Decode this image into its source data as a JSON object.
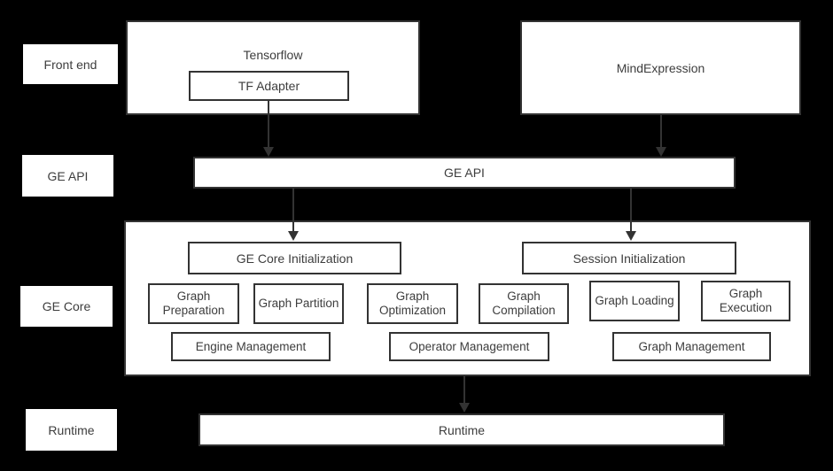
{
  "colors": {
    "background": "#000000",
    "box_fill": "#ffffff",
    "box_border": "#333333",
    "text": "#3d3d3d",
    "arrow": "#333333"
  },
  "side_labels": [
    {
      "label": "Front end"
    },
    {
      "label": "GE API"
    },
    {
      "label": "GE Core"
    },
    {
      "label": "Runtime"
    }
  ],
  "front_end": {
    "tensorflow_label": "Tensorflow",
    "tf_adapter_label": "TF Adapter",
    "mind_expression_label": "MindExpression"
  },
  "ge_api": {
    "label": "GE API"
  },
  "ge_core": {
    "ge_core_initialization": "GE Core Initialization",
    "session_initialization": "Session Initialization",
    "pipeline": [
      "Graph Preparation",
      "Graph Partition",
      "Graph Optimization",
      "Graph Compilation",
      "Graph Loading",
      "Graph Execution"
    ],
    "management": [
      "Engine Management",
      "Operator Management",
      "Graph Management"
    ]
  },
  "runtime": {
    "label": "Runtime"
  }
}
